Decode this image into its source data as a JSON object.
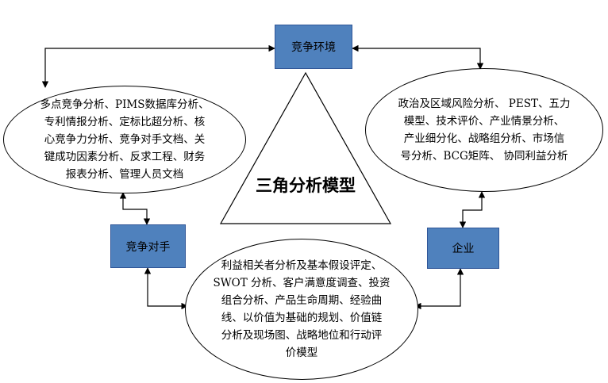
{
  "nodes": {
    "environment": "竞争环境",
    "competitor": "竞争对手",
    "enterprise": "企业"
  },
  "center_label": "三角分析模型",
  "ellipses": {
    "competitor_methods": "多点竞争分析、PIMS数据库分析、\n专利情报分析、定标比超分析、核\n心竞争力分析、竞争对手文档、关\n键成功因素分析、反求工程、财务\n报表分析、管理人员文档",
    "environment_methods": "政治及区域风险分析、 PEST、五力\n模型、技术评价、产业情景分析、\n产业细分化、战略组分析、市场信\n号分析、BCG矩阵、 协同利益分析",
    "enterprise_methods": "利益相关者分析及基本假设评定、\nSWOT 分析、客户满意度调查、投资\n组合分析、产品生命周期、经验曲\n线、以价值为基础的规划、价值链\n分析及现场图、战略地位和行动评\n价模型"
  },
  "colors": {
    "box_fill": "#4f81bd",
    "box_border": "#2f5597",
    "line": "#000000"
  }
}
